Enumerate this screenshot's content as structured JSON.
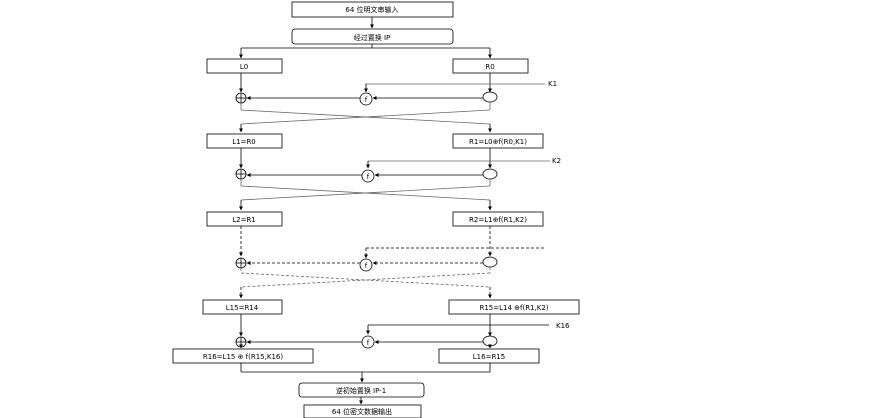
{
  "diagram": {
    "input_box": "64 位明文串输入",
    "ip_box": "经过置换 IP",
    "l0": "L0",
    "r0": "R0",
    "k1": "K1",
    "f1": "f",
    "l1": "L1=R0",
    "r1": "R1=L0⊕f(R0,K1)",
    "k2": "K2",
    "f2": "f",
    "l2": "L2=R1",
    "r2": "R2=L1⊕f(R1,K2)",
    "f3": "f",
    "l15": "L15=R14",
    "r15": "R15=L14 ⊕f(R1,K2)",
    "k16": "K16",
    "f16": "f",
    "r16": "R16=L15 ⊕ f(R15,K16)",
    "l16": "L16=R15",
    "ip_inv_box": "逆初始置换 IP-1",
    "output_box": "64 位密文数据输出"
  }
}
